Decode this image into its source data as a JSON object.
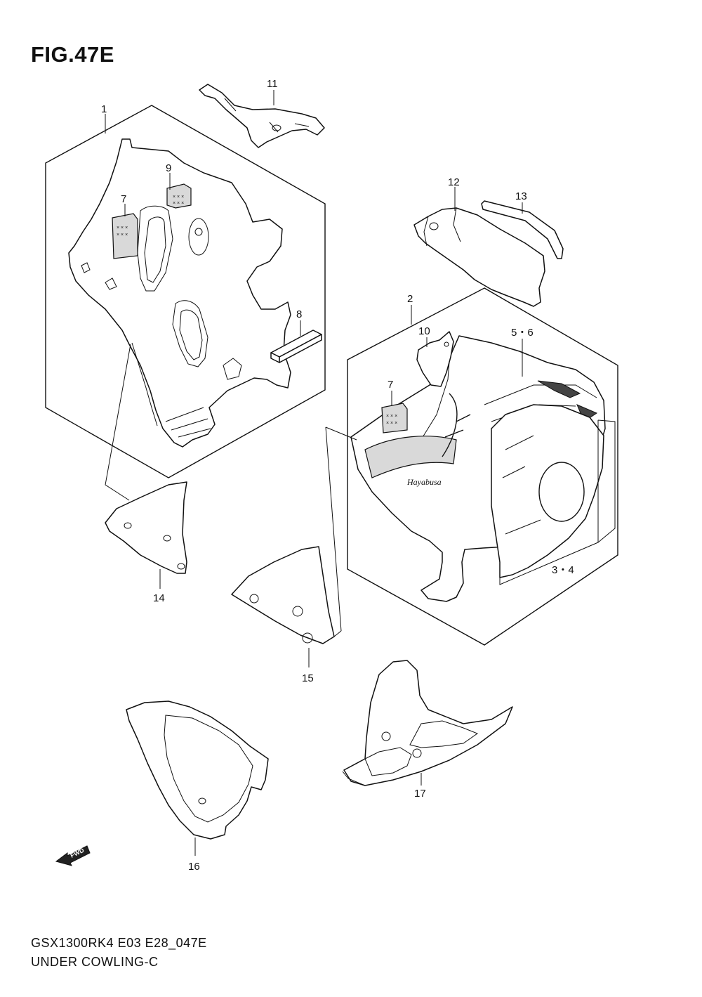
{
  "figure": {
    "title": "FIG.47E",
    "model_code": "GSX1300RK4 E03 E28_047E",
    "section_name": "UNDER COWLING-C"
  },
  "fwd_badge": {
    "label": "FWD",
    "icon": "forward-arrow-icon"
  },
  "callouts": {
    "p1": "1",
    "p2": "2",
    "p3_4": "3・4",
    "p5_6": "5・6",
    "p7a": "7",
    "p7b": "7",
    "p8": "8",
    "p9": "9",
    "p10": "10",
    "p11": "11",
    "p12": "12",
    "p13": "13",
    "p14": "14",
    "p15": "15",
    "p16": "16",
    "p17": "17"
  }
}
